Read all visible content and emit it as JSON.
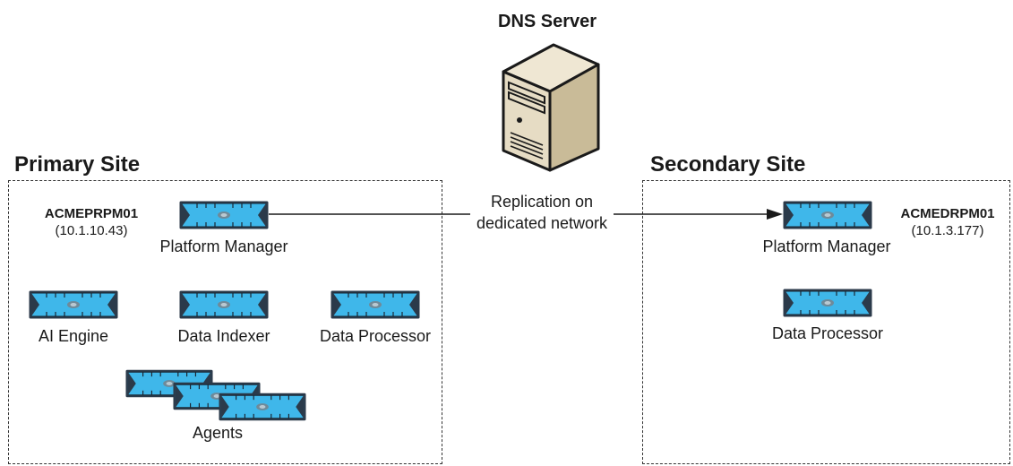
{
  "dns": {
    "title": "DNS Server",
    "icon": "tower-server-icon"
  },
  "primary": {
    "title": "Primary Site",
    "host": {
      "name": "ACMEPRPM01",
      "ip": "(10.1.10.43)"
    },
    "platform_manager_label": "Platform Manager",
    "ai_engine_label": "AI Engine",
    "data_indexer_label": "Data Indexer",
    "data_processor_label": "Data Processor",
    "agents_label": "Agents"
  },
  "secondary": {
    "title": "Secondary Site",
    "host": {
      "name": "ACMEDRPM01",
      "ip": "(10.1.3.177)"
    },
    "platform_manager_label": "Platform Manager",
    "data_processor_label": "Data Processor"
  },
  "replication": {
    "line1": "Replication on",
    "line2": "dedicated network"
  },
  "colors": {
    "appliance_fill": "#3FB7EA",
    "appliance_dark": "#2B3A4A",
    "dashed_border": "#333333",
    "server_beige": "#E6DCC4"
  },
  "icons": {
    "appliance": "rack-appliance-icon",
    "arrow": "arrowhead-icon"
  }
}
